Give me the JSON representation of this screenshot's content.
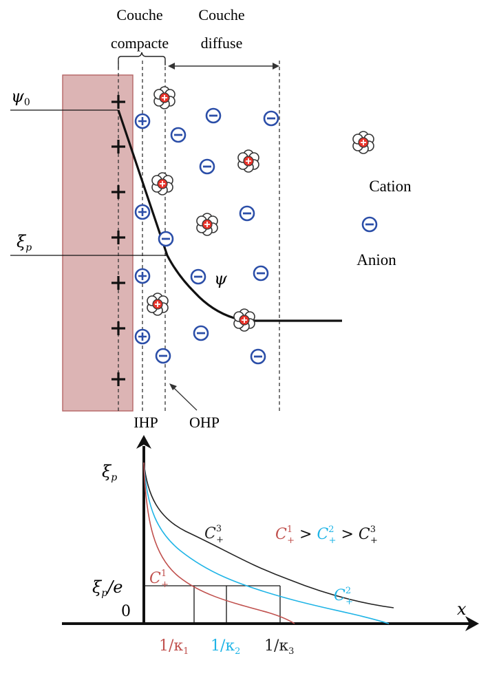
{
  "top_diagram": {
    "header_compact": [
      "Couche",
      "compacte"
    ],
    "header_diffuse": [
      "Couche",
      "diffuse"
    ],
    "psi0_label": "ψ",
    "psi0_sub": "0",
    "xi_label": "ξ",
    "xi_sub": "p",
    "psi_curve_label": "ψ",
    "ihp_label": "IHP",
    "ohp_label": "OHP",
    "legend": {
      "cation": "Cation",
      "anion": "Anion"
    },
    "colors": {
      "electrode": "#dcb4b4",
      "electrode_border": "#b56565",
      "ion": "#2b4ea8",
      "cation_core": "#e8332a"
    }
  },
  "bottom_chart": {
    "y_label": "ξ",
    "y_label_sub": "p",
    "y_mark_label": "ξ",
    "y_mark_sub": "p",
    "y_mark_suffix": "/e",
    "zero_label": "0",
    "x_label": "x",
    "relation": [
      "C",
      "1",
      "+",
      " > ",
      "C",
      "2",
      "+",
      " > ",
      "C",
      "3",
      "+"
    ],
    "curve_labels": [
      {
        "base": "C",
        "sup": "1",
        "sub": "+"
      },
      {
        "base": "C",
        "sup": "2",
        "sub": "+"
      },
      {
        "base": "C",
        "sup": "3",
        "sub": "+"
      }
    ],
    "x_ticks": [
      {
        "prefix": "1/κ",
        "sub": "1"
      },
      {
        "prefix": "1/κ",
        "sub": "2"
      },
      {
        "prefix": "1/κ",
        "sub": "3"
      }
    ],
    "colors": [
      "#c0504d",
      "#1fb4e6",
      "#222222"
    ]
  }
}
